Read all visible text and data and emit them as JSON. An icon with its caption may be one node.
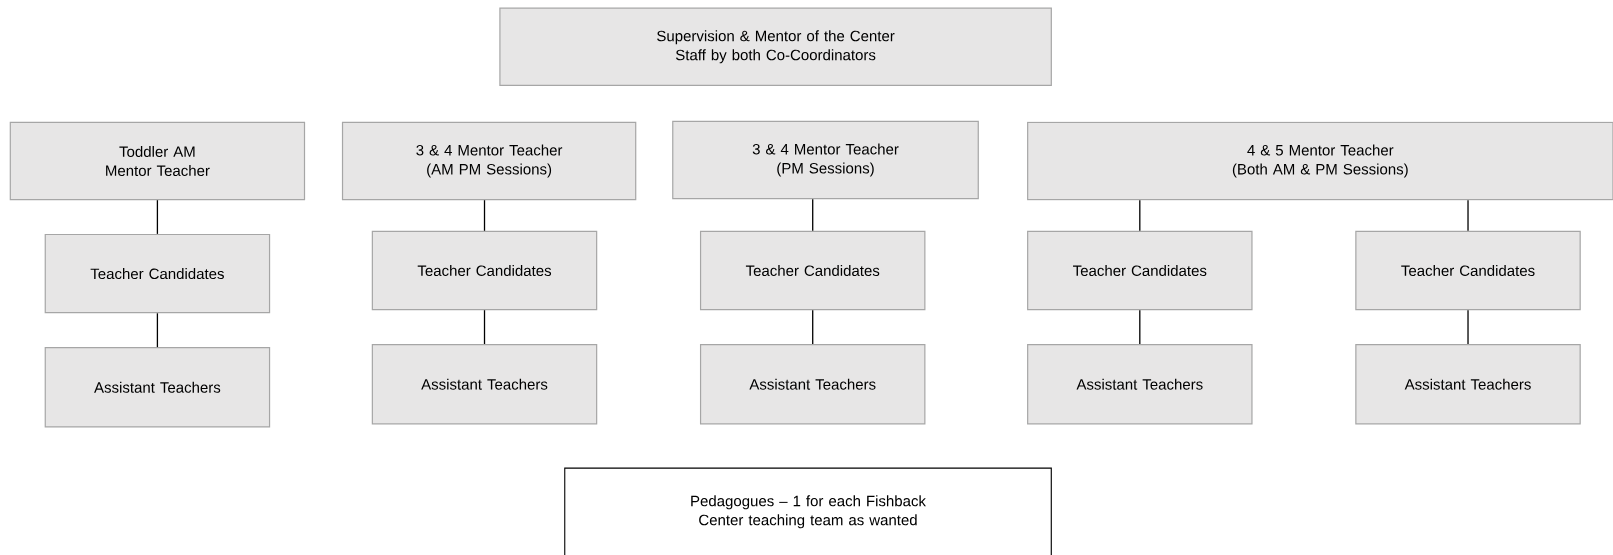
{
  "diagram": {
    "nodes": [
      {
        "text": [
          "Supervision & Mentor of the Center Staff by both Co-Coordinators"
        ]
      },
      {
        "text": [
          "Toddler AM Mentor Teacher"
        ]
      },
      {
        "text": [
          "3 & 4 Mentor Teacher (AM PM Sessions)"
        ]
      },
      {
        "text": [
          "3 & 4 Mentor Teacher (PM Sessions)"
        ]
      },
      {
        "text": [
          "4 & 5 Mentor Teacher (Both AM & PM Sessions)"
        ]
      },
      {
        "text": [
          "Teacher Candidates"
        ]
      },
      {
        "text": [
          "Teacher Candidates"
        ]
      },
      {
        "text": [
          "Teacher Candidates"
        ]
      },
      {
        "text": [
          "Teacher Candidates"
        ]
      },
      {
        "text": [
          "Teacher Candidates"
        ]
      },
      {
        "text": [
          "Assistant Teachers"
        ]
      },
      {
        "text": [
          "Assistant Teachers"
        ]
      },
      {
        "text": [
          "Assistant Teachers"
        ]
      },
      {
        "text": [
          "Assistant Teachers"
        ]
      },
      {
        "text": [
          "Assistant Teachers"
        ]
      },
      {
        "text": [
          "Pedagogues – 1 for each Fishback Center teaching team as wanted"
        ]
      }
    ],
    "edges": [
      {
        "from": 1,
        "to": 5,
        "arrow": "none"
      },
      {
        "from": 2,
        "to": 6,
        "arrow": "none"
      },
      {
        "from": 3,
        "to": 7,
        "arrow": "none"
      },
      {
        "from": 4,
        "to": 8,
        "arrow": "none"
      },
      {
        "from": 4,
        "to": 9,
        "arrow": "none"
      },
      {
        "from": 5,
        "to": 10,
        "arrow": "none"
      },
      {
        "from": 6,
        "to": 11,
        "arrow": "none"
      },
      {
        "from": 7,
        "to": 12,
        "arrow": "none"
      },
      {
        "from": 8,
        "to": 13,
        "arrow": "none"
      },
      {
        "from": 9,
        "to": 14,
        "arrow": "none"
      }
    ]
  }
}
